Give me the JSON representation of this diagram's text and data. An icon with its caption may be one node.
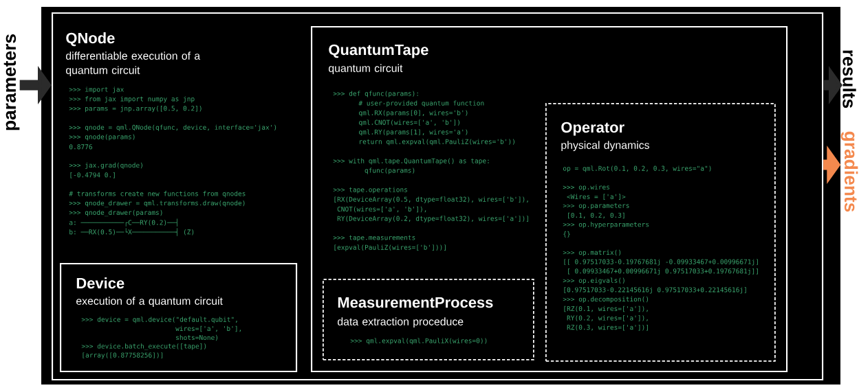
{
  "diagram": {
    "nodes": [
      {
        "text": [
          "QNode",
          "differentiable execution of a quantum circuit",
          ">>> import jax",
          ">>> from jax import numpy as jnp",
          ">>> params = jnp.array([0.5, 0.2])",
          ">>> qnode = qml.QNode(qfunc, device, interface='jax')",
          ">>> qnode(params)",
          "0.8776",
          ">>> jax.grad(qnode)",
          "[-0.4794 0.]",
          "# transforms create new functions from qnodes",
          ">>> qnode_drawer = qml.transforms.draw(qnode)",
          ">>> qnode_drawer(params)",
          "a: ───────────┌C──RY(0.2)──┤",
          "b: ──RX(0.5)──└X───────────┤ (Z)"
        ]
      },
      {
        "text": [
          "QuantumTape",
          "quantum circuit",
          ">>> def qfunc(params):",
          "# user-provided quantum function",
          "qml.RX(params[0], wires='b')",
          "qml.CNOT(wires=['a', 'b'])",
          "qml.RY(params[1], wires='a')",
          "return qml.expval(qml.PauliZ(wires='b'))",
          ">>> with qml.tape.QuantumTape() as tape:",
          "qfunc(params)",
          ">>> tape.operations",
          "[RX(DeviceArray(0.5, dtype=float32), wires=['b']),",
          "CNOT(wires=['a', 'b']),",
          "RY(DeviceArray(0.2, dtype=float32), wires=['a'])]",
          ">>> tape.measurements",
          "[expval(PauliZ(wires=['b']))]"
        ],
        "in": 0
      },
      {
        "text": [
          "Operator",
          "physical dynamics",
          "op = qml.Rot(0.1, 0.2, 0.3, wires=\"a\")",
          ">>> op.wires",
          "<Wires = ['a']>",
          ">>> op.parameters",
          "[0.1, 0.2, 0.3]",
          ">>> op.hyperparameters",
          "{}",
          ">>> op.matrix()",
          "[[ 0.97517033-0.19767681j -0.09933467+0.00996671j]",
          "[ 0.09933467+0.00996671j 0.97517033+0.19767681j]]",
          ">>> op.eigvals()",
          "[0.97517033-0.22145616j 0.97517033+0.22145616j]",
          ">>> op.decomposition()",
          "[RZ(0.1, wires=['a']),",
          "RY(0.2, wires=['a']),",
          "RZ(0.3, wires=['a'])]"
        ],
        "in": 1
      },
      {
        "text": [
          "Device",
          "execution of a quantum circuit",
          ">>> device = qml.device(\"default.qubit\",",
          "wires=['a', 'b'],",
          "shots=None)",
          ">>> device.batch_execute([tape])",
          "[array([0.87758256])]"
        ],
        "in": 0
      },
      {
        "text": [
          "MeasurementProcess",
          "data extraction proceduce",
          ">>> qml.expval(qml.PauliX(wires=0))"
        ],
        "in": 1
      },
      {
        "text": [
          "parameters"
        ]
      },
      {
        "text": [
          "results"
        ]
      },
      {
        "text": [
          "gradients"
        ]
      }
    ],
    "edges": [
      {
        "from": 5,
        "to": 0,
        "arrow": "to"
      },
      {
        "from": 0,
        "to": 6,
        "arrow": "to"
      },
      {
        "from": 0,
        "to": 7,
        "arrow": "to",
        "color": "#f4894e"
      }
    ]
  }
}
